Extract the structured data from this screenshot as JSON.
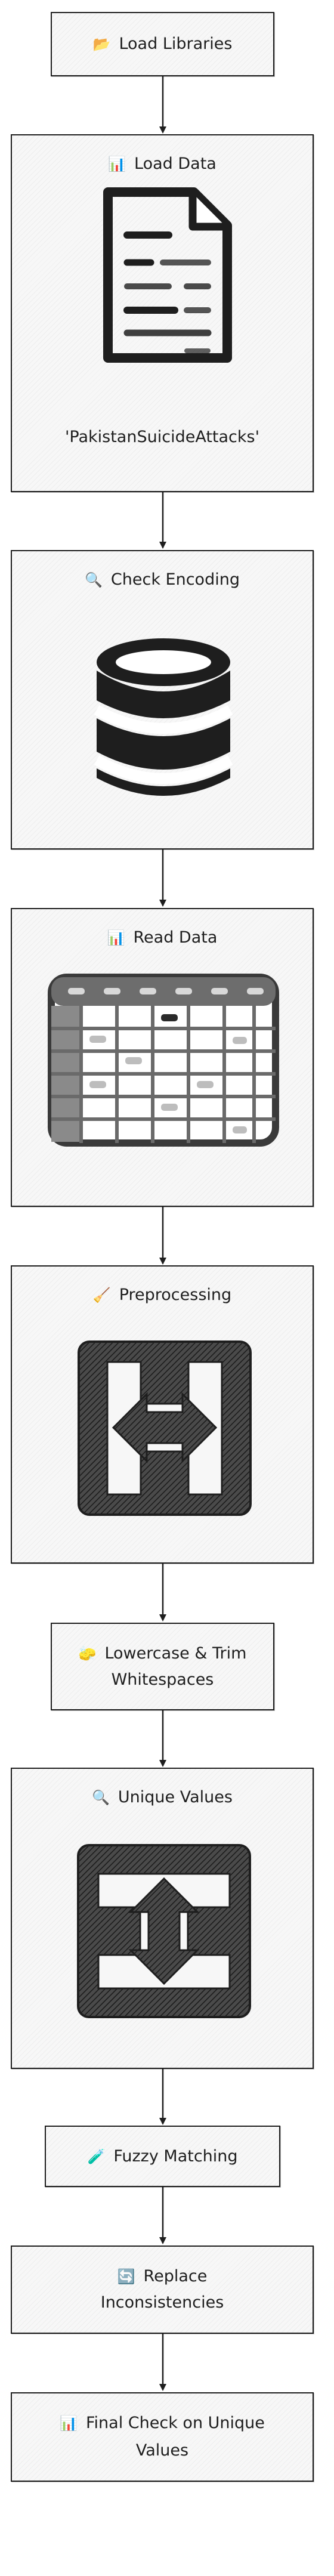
{
  "nodes": [
    {
      "id": "load-libraries",
      "label": "Load Libraries",
      "icon": "folder-icon",
      "emoji": "📂"
    },
    {
      "id": "load-data",
      "label": "Load Data",
      "icon": "bar-chart-icon",
      "emoji": "📊",
      "image": "document-icon",
      "caption": "'PakistanSuicideAttacks'"
    },
    {
      "id": "check-encoding",
      "label": "Check Encoding",
      "icon": "magnifier-icon",
      "emoji": "🔍",
      "image": "database-icon"
    },
    {
      "id": "read-data",
      "label": "Read Data",
      "icon": "bar-chart-icon",
      "emoji": "📊",
      "image": "table-icon"
    },
    {
      "id": "preprocessing",
      "label": "Preprocessing",
      "icon": "broom-icon",
      "emoji": "🧹",
      "image": "horizontal-arrows-icon"
    },
    {
      "id": "lowercase-trim",
      "label_lines": [
        "Lowercase & Trim",
        "Whitespaces"
      ],
      "icon": "eraser-icon",
      "emoji": "🧽"
    },
    {
      "id": "unique-values",
      "label": "Unique Values",
      "icon": "magnifier-icon",
      "emoji": "🔍",
      "image": "vertical-arrows-icon"
    },
    {
      "id": "fuzzy-matching",
      "label": "Fuzzy Matching",
      "icon": "jar-icon",
      "emoji": "🧪"
    },
    {
      "id": "replace-inconsistencies",
      "label_lines": [
        "Replace",
        "Inconsistencies"
      ],
      "icon": "refresh-icon",
      "emoji": "🔄"
    },
    {
      "id": "final-check",
      "label_lines": [
        "Final Check on Unique",
        "Values"
      ],
      "icon": "bar-chart-icon",
      "emoji": "📊"
    }
  ],
  "colors": {
    "stroke": "#1e1e1e",
    "fill": "#f7f7f7"
  }
}
